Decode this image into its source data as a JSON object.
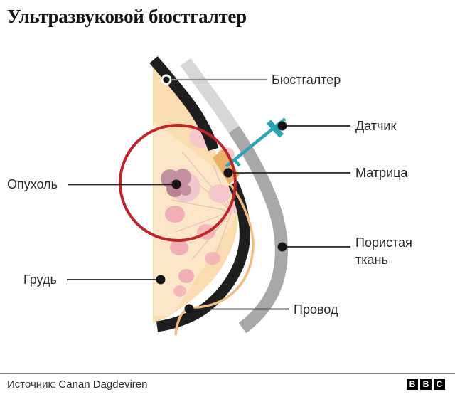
{
  "title": "Ультразвуковой бюстгалтер",
  "diagram": {
    "labels": {
      "bra": "Бюстгалтер",
      "sensor": "Датчик",
      "matrix": "Матрица",
      "porous_fabric": "Пористая ткань",
      "wire": "Провод",
      "tumor": "Опухоль",
      "breast": "Грудь"
    },
    "colors": {
      "breast_skin": "#f9ddb0",
      "tissue_pink": "#f2aeb7",
      "tissue_pink_light": "#f6c7cc",
      "tumor": "#c48fa1",
      "highlight_circle": "#c0242b",
      "bra_band": "#1e1e1e",
      "porous_fabric_gray": "#a8a8a8",
      "porous_fabric_gray_light": "#d7d7d7",
      "sensor_teal": "#2aa3b5",
      "matrix_orange": "#e9b166",
      "wire_orange": "#f0bb80"
    }
  },
  "footer": {
    "source": "Источник: Canan Dagdeviren",
    "logo_letters": [
      "B",
      "B",
      "C"
    ]
  }
}
